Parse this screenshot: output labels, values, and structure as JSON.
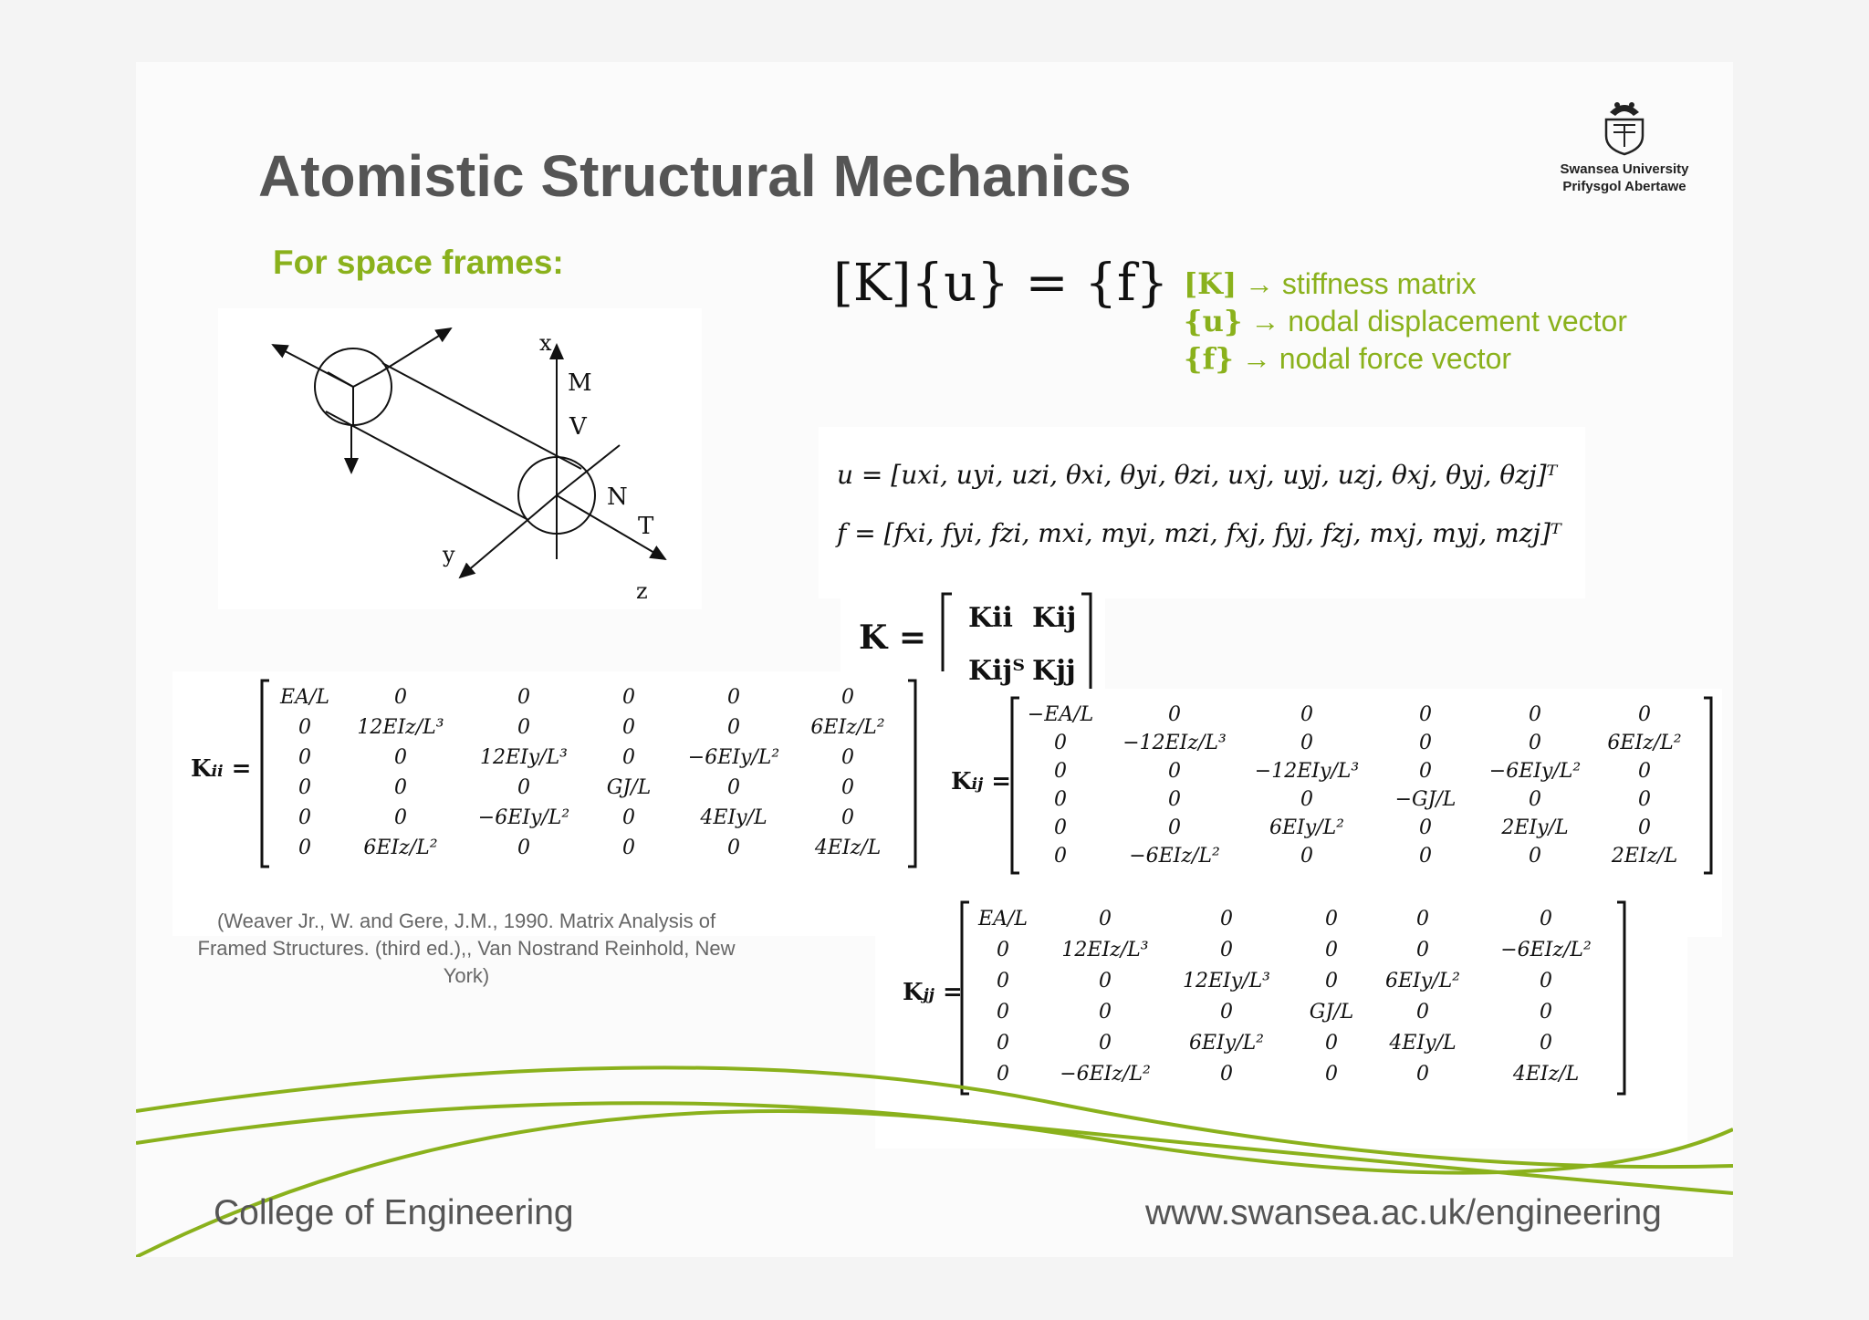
{
  "slide": {
    "title": "Atomistic Structural Mechanics",
    "subtitle": "For space frames:",
    "logo": {
      "line1": "Swansea University",
      "line2": "Prifysgol Abertawe"
    }
  },
  "equation": {
    "text": "[K]{u} = {f}"
  },
  "legend": [
    {
      "symbol": "[K]",
      "text": "stiffness matrix"
    },
    {
      "symbol": "{u}",
      "text": "nodal displacement vector"
    },
    {
      "symbol": "{f}",
      "text": "nodal force vector"
    }
  ],
  "vectors": {
    "u": "u = [uxi, uyi, uzi, θxi, θyi, θzi, uxj, uyj, uzj, θxj, θyj, θzj]ᵀ",
    "f": "f = [fxi, fyi, fzi, mxi, myi, mzi, fxj, fyj, fzj, mxj, myj, mzj]ᵀ"
  },
  "k_block": {
    "lhs": "K =",
    "r1c1": "Kii",
    "r1c2": "Kij",
    "r2c1": "Kijᵀ",
    "r2c2": "Kjj"
  },
  "frame_labels": {
    "x": "x",
    "M": "M",
    "V": "V",
    "N": "N",
    "T": "T",
    "y": "y",
    "z": "z"
  },
  "matrices": {
    "Kii": {
      "label": "K",
      "subscript": "ii",
      "rows": [
        [
          "EA/L",
          "0",
          "0",
          "0",
          "0",
          "0"
        ],
        [
          "0",
          "12EIz/L³",
          "0",
          "0",
          "0",
          "6EIz/L²"
        ],
        [
          "0",
          "0",
          "12EIy/L³",
          "0",
          "−6EIy/L²",
          "0"
        ],
        [
          "0",
          "0",
          "0",
          "GJ/L",
          "0",
          "0"
        ],
        [
          "0",
          "0",
          "−6EIy/L²",
          "0",
          "4EIy/L",
          "0"
        ],
        [
          "0",
          "6EIz/L²",
          "0",
          "0",
          "0",
          "4EIz/L"
        ]
      ]
    },
    "Kij": {
      "label": "K",
      "subscript": "ij",
      "rows": [
        [
          "−EA/L",
          "0",
          "0",
          "0",
          "0",
          "0"
        ],
        [
          "0",
          "−12EIz/L³",
          "0",
          "0",
          "0",
          "6EIz/L²"
        ],
        [
          "0",
          "0",
          "−12EIy/L³",
          "0",
          "−6EIy/L²",
          "0"
        ],
        [
          "0",
          "0",
          "0",
          "−GJ/L",
          "0",
          "0"
        ],
        [
          "0",
          "0",
          "6EIy/L²",
          "0",
          "2EIy/L",
          "0"
        ],
        [
          "0",
          "−6EIz/L²",
          "0",
          "0",
          "0",
          "2EIz/L"
        ]
      ]
    },
    "Kjj": {
      "label": "K",
      "subscript": "jj",
      "rows": [
        [
          "EA/L",
          "0",
          "0",
          "0",
          "0",
          "0"
        ],
        [
          "0",
          "12EIz/L³",
          "0",
          "0",
          "0",
          "−6EIz/L²"
        ],
        [
          "0",
          "0",
          "12EIy/L³",
          "0",
          "6EIy/L²",
          "0"
        ],
        [
          "0",
          "0",
          "0",
          "GJ/L",
          "0",
          "0"
        ],
        [
          "0",
          "0",
          "6EIy/L²",
          "0",
          "4EIy/L",
          "0"
        ],
        [
          "0",
          "−6EIz/L²",
          "0",
          "0",
          "0",
          "4EIz/L"
        ]
      ]
    }
  },
  "citation": "(Weaver Jr., W. and Gere, J.M., 1990. Matrix Analysis of Framed Structures. (third ed.),, Van Nostrand Reinhold, New York)",
  "footer": {
    "left": "College of Engineering",
    "right": "www.swansea.ac.uk/engineering"
  },
  "colors": {
    "accent_green": "#8ab11c",
    "title_gray": "#555555"
  }
}
